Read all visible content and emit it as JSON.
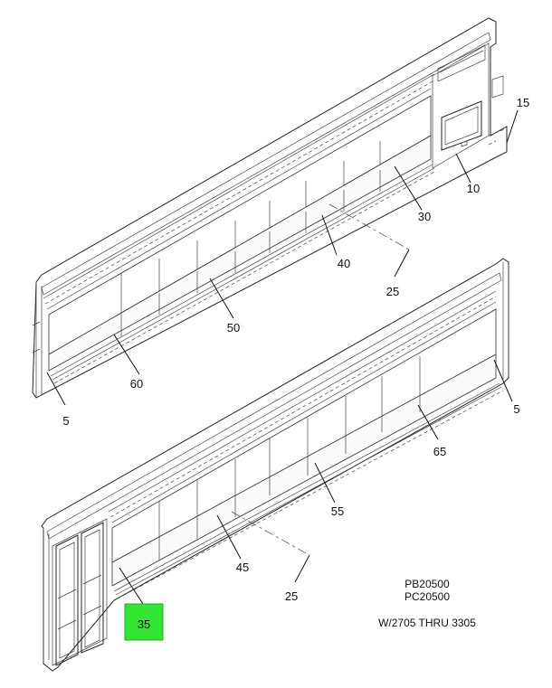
{
  "callouts": {
    "c5_top": "5",
    "c10": "10",
    "c15": "15",
    "c25_top": "25",
    "c30": "30",
    "c40": "40",
    "c50": "50",
    "c60": "60",
    "c5_right": "5",
    "c65": "65",
    "c55": "55",
    "c45": "45",
    "c25_bottom": "25",
    "c35": "35"
  },
  "notes": {
    "part_code_1": "PB20500",
    "part_code_2": "PC20500",
    "applicability": "W/2705 THRU 3305"
  },
  "colors": {
    "highlight": "#33e633",
    "line": "#222222"
  }
}
